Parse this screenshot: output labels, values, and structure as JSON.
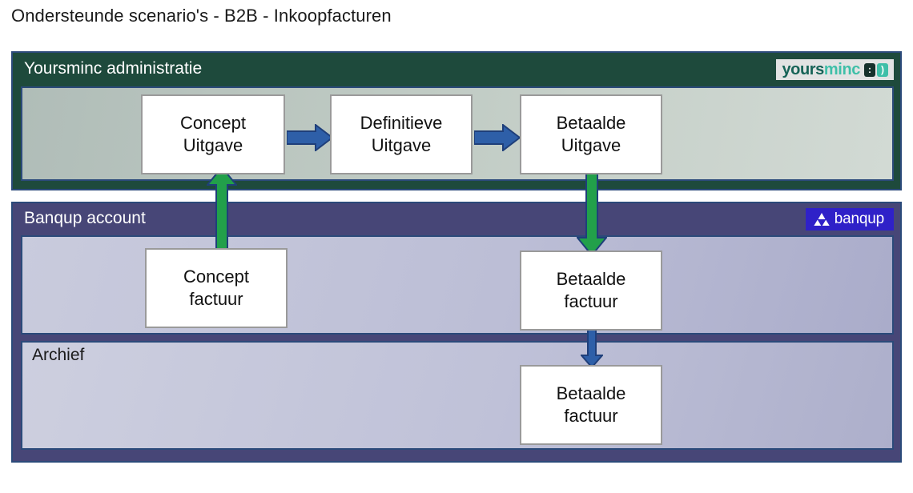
{
  "title": "Ondersteunde scenario's - B2B - Inkoopfacturen",
  "sections": {
    "yoursminc": {
      "header": "Yoursminc administratie",
      "logo": {
        "part1": "yours",
        "part2": "minc",
        "mark_a": ":",
        "mark_b": ")"
      },
      "nodes": [
        {
          "line1": "Concept",
          "line2": "Uitgave"
        },
        {
          "line1": "Definitieve",
          "line2": "Uitgave"
        },
        {
          "line1": "Betaalde",
          "line2": "Uitgave"
        }
      ]
    },
    "banqup": {
      "header": "Banqup account",
      "logo": {
        "text": "banqup"
      },
      "nodes": [
        {
          "line1": "Concept",
          "line2": "factuur"
        },
        {
          "line1": "Betaalde",
          "line2": "factuur"
        }
      ]
    },
    "archief": {
      "header": "Archief",
      "nodes": [
        {
          "line1": "Betaalde",
          "line2": "factuur"
        }
      ]
    }
  },
  "colors": {
    "yoursminc_header": "#1e4a3c",
    "banqup_header": "#474677",
    "blue_arrow": "#2e5fa8",
    "blue_arrow_outline": "#1f3f7a",
    "green_arrow": "#22a04a",
    "banqup_brand": "#2f21c8",
    "panel_border": "#2b4a7a"
  }
}
